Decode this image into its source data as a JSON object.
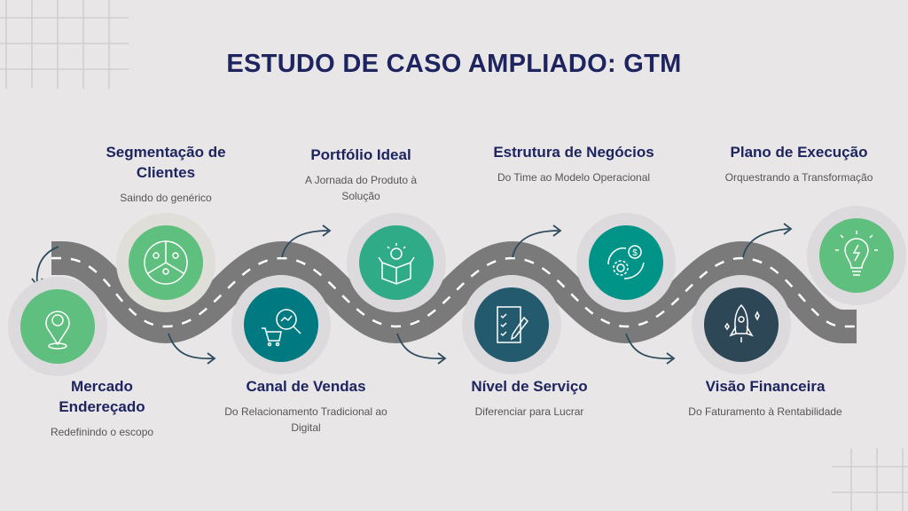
{
  "title": "ESTUDO DE CASO AMPLIADO: GTM",
  "steps": [
    {
      "title": "Mercado Endereçado",
      "subtitle": "Redefinindo o escopo",
      "icon": "location-pin-icon",
      "color": "#5fbf7e"
    },
    {
      "title": "Segmentação de Clientes",
      "subtitle": "Saindo do genérico",
      "icon": "segments-users-icon",
      "color": "#5fbf7e"
    },
    {
      "title": "Canal de Vendas",
      "subtitle": "Do Relacionamento Tradicional ao Digital",
      "icon": "cart-analytics-icon",
      "color": "#007a80"
    },
    {
      "title": "Portfólio Ideal",
      "subtitle": "A Jornada do Produto à Solução",
      "icon": "box-idea-icon",
      "color": "#2fab87"
    },
    {
      "title": "Nível de Serviço",
      "subtitle": "Diferenciar para Lucrar",
      "icon": "checklist-pen-icon",
      "color": "#245a6e"
    },
    {
      "title": "Estrutura de Negócios",
      "subtitle": "Do Time ao Modelo Operacional",
      "icon": "gear-money-icon",
      "color": "#009488"
    },
    {
      "title": "Visão Financeira",
      "subtitle": "Do Faturamento à Rentabilidade",
      "icon": "rocket-icon",
      "color": "#2e4757"
    },
    {
      "title": "Plano de Execução",
      "subtitle": "Orquestrando a Transformação",
      "icon": "lightbulb-icon",
      "color": "#5fbf7e"
    }
  ]
}
